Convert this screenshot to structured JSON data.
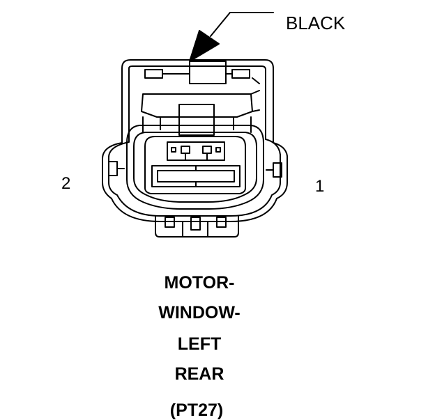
{
  "callout": {
    "label": "BLACK"
  },
  "pins": {
    "left": "2",
    "right": "1"
  },
  "caption": {
    "lines": [
      "MOTOR-",
      "WINDOW-",
      "LEFT",
      "REAR"
    ],
    "code": "(PT27)"
  },
  "colors": {
    "ink": "#000000",
    "background": "#ffffff"
  }
}
